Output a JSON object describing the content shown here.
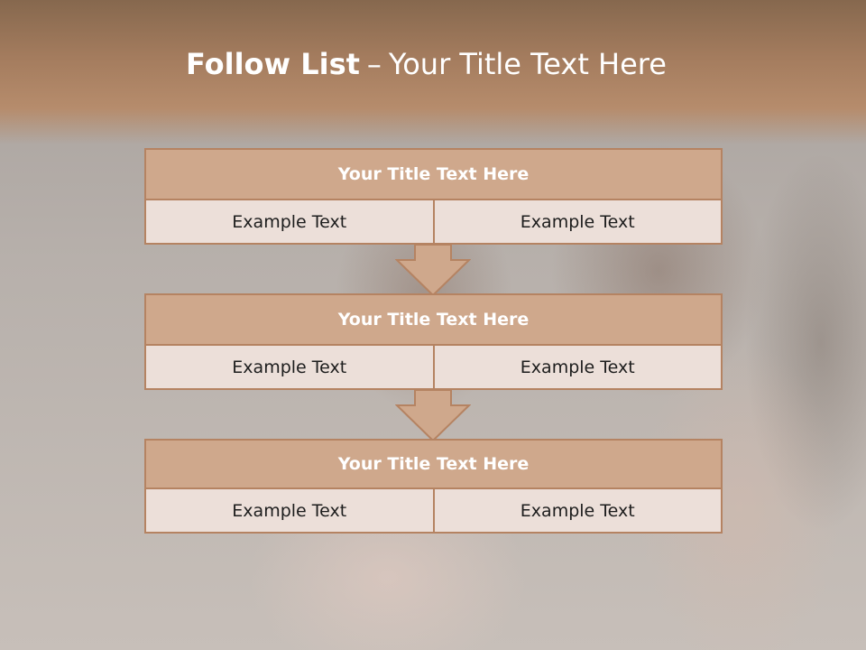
{
  "slide": {
    "title_bold": "Follow List",
    "title_dash": "–",
    "title_rest": "Your Title Text Here"
  },
  "steps": [
    {
      "title": "Your Title Text Here",
      "left": "Example Text",
      "right": "Example Text"
    },
    {
      "title": "Your Title Text Here",
      "left": "Example Text",
      "right": "Example Text"
    },
    {
      "title": "Your Title Text Here",
      "left": "Example Text",
      "right": "Example Text"
    }
  ],
  "colors": {
    "header_fill": "#cfa88c",
    "border": "#b58362",
    "cell_fill": "#ecdfd9",
    "top_band": "#a47c5e"
  }
}
